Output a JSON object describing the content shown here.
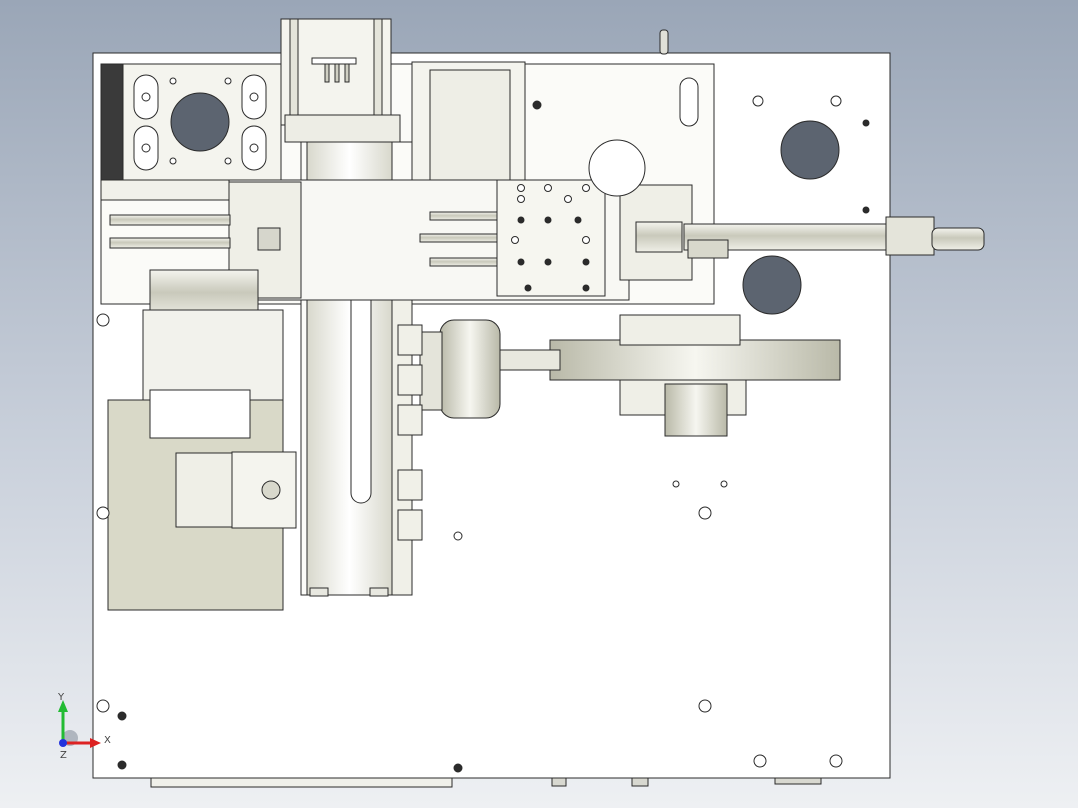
{
  "viewport": {
    "background_top": "#9aa6b7",
    "background_bottom": "#eef0f3"
  },
  "triad": {
    "y_label": "Y",
    "x_label": "X",
    "z_label": "Z",
    "y_color": "#22bb33",
    "x_color": "#dd2222",
    "z_color": "#2233dd"
  },
  "colors": {
    "outline": "#2b2b2b",
    "plate": "#ffffff",
    "part": "#e8e8e2",
    "part_shade": "#cfcfc4",
    "hole": "#5c6470"
  }
}
